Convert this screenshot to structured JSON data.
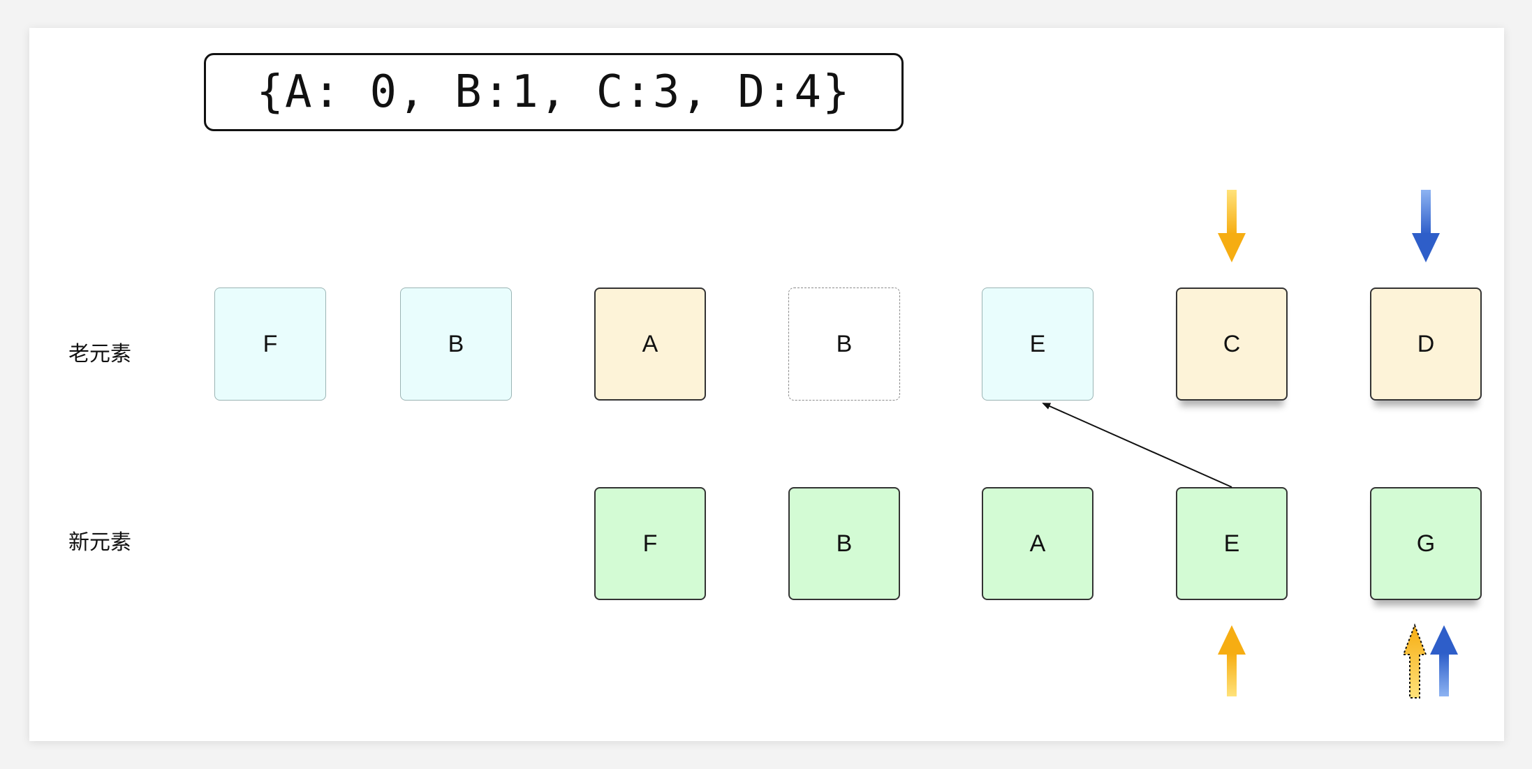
{
  "mapping_text": "{A: 0, B:1, C:3, D:4}",
  "rows": {
    "old_label": "老元素",
    "new_label": "新元素"
  },
  "old_nodes": [
    {
      "label": "F",
      "style": "faded"
    },
    {
      "label": "B",
      "style": "faded"
    },
    {
      "label": "A",
      "style": "cream"
    },
    {
      "label": "B",
      "style": "faded-white"
    },
    {
      "label": "E",
      "style": "faded"
    },
    {
      "label": "C",
      "style": "cream"
    },
    {
      "label": "D",
      "style": "cream"
    }
  ],
  "new_nodes": [
    {
      "label": "F",
      "style": "green"
    },
    {
      "label": "B",
      "style": "green"
    },
    {
      "label": "A",
      "style": "green"
    },
    {
      "label": "E",
      "style": "green"
    },
    {
      "label": "G",
      "style": "green"
    }
  ],
  "colors": {
    "yellow_arrow": "#fbbf2a",
    "blue_arrow": "#3d6fd6",
    "green_fill": "#d3fbd4",
    "cream_fill": "#fdf3d8",
    "faded_fill": "#e9fdfd"
  },
  "pointers": {
    "old_start": "yellow-arrow-icon",
    "old_end": "blue-arrow-icon",
    "new_start": "yellow-arrow-icon",
    "new_end_dotted": "dotted-yellow-arrow-icon",
    "new_end": "blue-arrow-icon"
  }
}
